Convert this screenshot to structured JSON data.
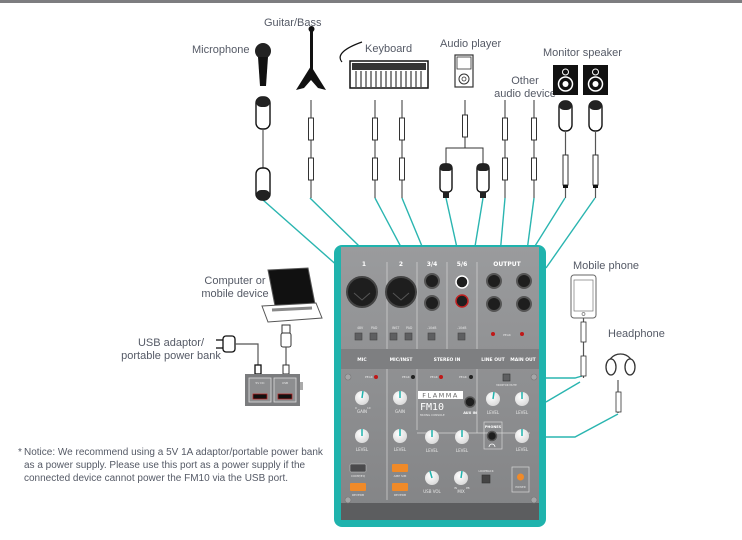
{
  "diagram": {
    "title": "FM10 connection diagram",
    "colors": {
      "cable": "#2ab5b0",
      "mixer_body": "#7b7c7e",
      "mixer_panel": "#8a8b8d",
      "accent_teal": "#1fb3ad",
      "button_orange": "#f08a28",
      "peak_led": "#c01818",
      "label_text": "#555a66"
    },
    "devices": {
      "microphone": "Microphone",
      "guitar_bass": "Guitar/Bass",
      "keyboard": "Keyboard",
      "audio_player": "Audio player",
      "other_audio_device_line1": "Other",
      "other_audio_device_line2": "audio device",
      "monitor_speaker": "Monitor speaker",
      "computer_line1": "Computer or",
      "computer_line2": "mobile device",
      "usb_adaptor_line1": "USB adaptor/",
      "usb_adaptor_line2": "portable power bank",
      "mobile_phone": "Mobile phone",
      "headphone": "Headphone"
    },
    "notice": {
      "star": "*",
      "text": "Notice: We recommend using a 5V 1A adaptor/portable power bank as a power supply. Please use this port as a power supply if the connected device cannot power the FM10 via the USB port."
    },
    "usb_ports": {
      "power_label": "5V DC",
      "usb_label": "USB"
    },
    "mixer": {
      "brand": "FLAMMA",
      "model": "FM10",
      "subtitle": "MIXING CONSOLE",
      "channel_numbers": [
        "1",
        "2",
        "3/4",
        "5/6"
      ],
      "output_header": "OUTPUT",
      "switch_labels": [
        "48V",
        "PAD",
        "INST",
        "PAD",
        "-10dB",
        "-10dB"
      ],
      "section_labels": [
        "MIC",
        "MIC/INST",
        "STEREO IN",
        "LINE OUT",
        "MAIN OUT"
      ],
      "peak": "PEAK",
      "gain": "GAIN",
      "level": "LEVEL",
      "aux_in": "AUX IN",
      "phones": "PHONES",
      "monitor_mute": "MONITOR MUTE",
      "comp_eq": "COMP/EQ",
      "amp_sim": "AMP SIM",
      "reverb": "REVERB",
      "usb_vol": "USB VOL",
      "mix": "MIX",
      "mix_in": "IN",
      "mix_pb": "PB",
      "loopback": "LOOPBACK",
      "power": "POWER",
      "knob_min": "0",
      "knob_max": "10",
      "jack_l": "L",
      "jack_r": "R"
    }
  }
}
